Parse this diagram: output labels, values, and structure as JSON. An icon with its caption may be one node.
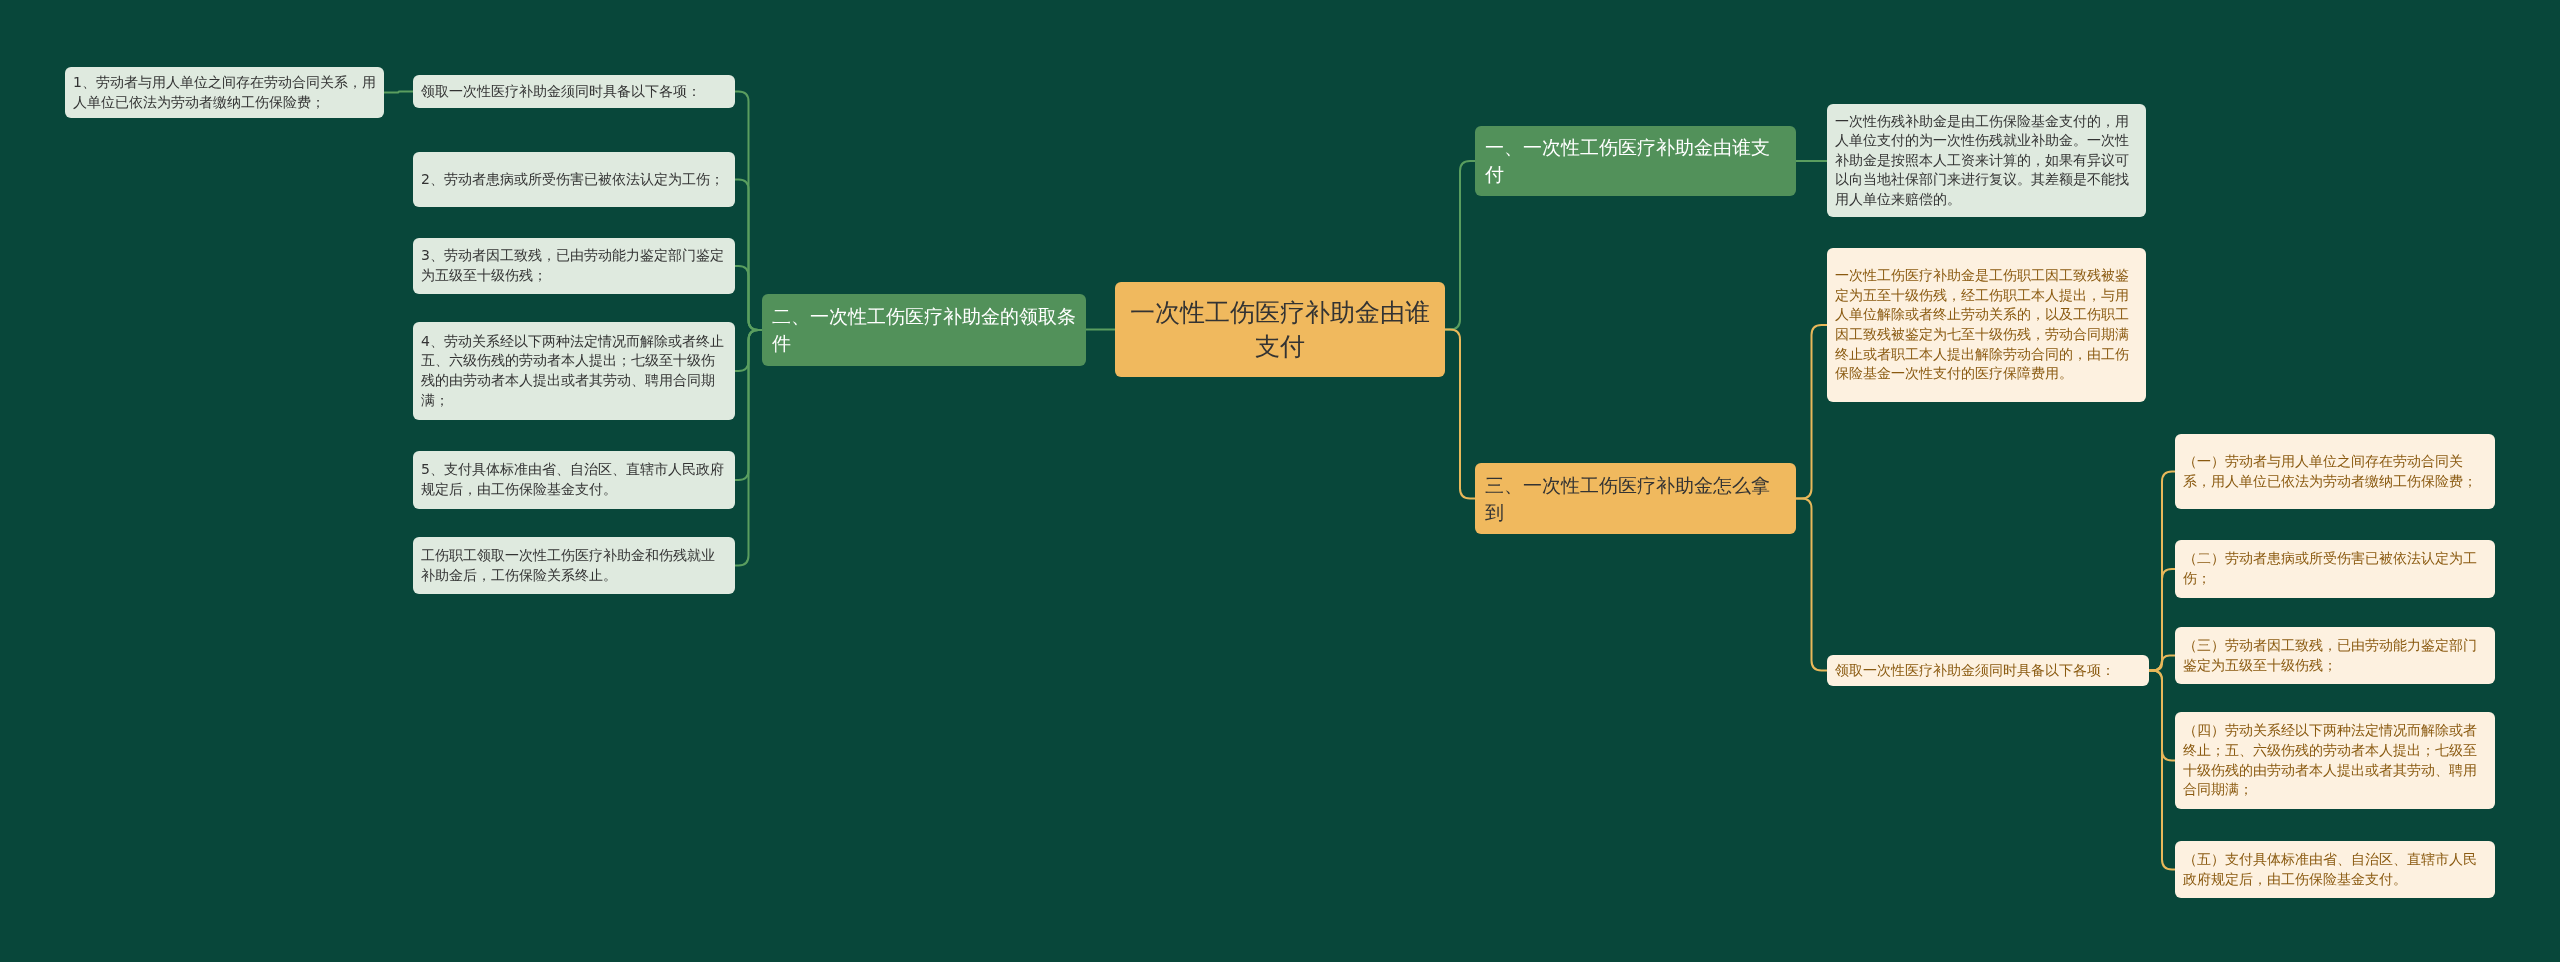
{
  "diagram": {
    "nodes": [
      {
        "text": [
          "一次性工伤医疗补助金由谁支付"
        ]
      },
      {
        "text": [
          "二、一次性工伤医疗补助金的领取条件"
        ]
      },
      {
        "text": [
          "领取一次性医疗补助金须同时具备以下各项："
        ]
      },
      {
        "text": [
          "1、劳动者与用人单位之间存在劳动合同关系，用人单位已依法为劳动者缴纳工伤保险费；"
        ]
      },
      {
        "text": [
          "2、劳动者患病或所受伤害已被依法认定为工伤；"
        ]
      },
      {
        "text": [
          "3、劳动者因工致残，已由劳动能力鉴定部门鉴定为五级至十级伤残；"
        ]
      },
      {
        "text": [
          "4、劳动关系经以下两种法定情况而解除或者终止五、六级伤残的劳动者本人提出；七级至十级伤残的由劳动者本人提出或者其劳动、聘用合同期满；"
        ]
      },
      {
        "text": [
          "5、支付具体标准由省、自治区、直辖市人民政府规定后，由工伤保险基金支付。"
        ]
      },
      {
        "text": [
          "工伤职工领取一次性工伤医疗补助金和伤残就业补助金后，工伤保险关系终止。"
        ]
      },
      {
        "text": [
          "一、一次性工伤医疗补助金由谁支付"
        ]
      },
      {
        "text": [
          "一次性伤残补助金是由工伤保险基金支付的，用人单位支付的为一次性伤残就业补助金。一次性补助金是按照本人工资来计算的，如果有异议可以向当地社保部门来进行复议。其差额是不能找用人单位来赔偿的。"
        ]
      },
      {
        "text": [
          "三、一次性工伤医疗补助金怎么拿到"
        ]
      },
      {
        "text": [
          "一次性工伤医疗补助金是工伤职工因工致残被鉴定为五至十级伤残，经工伤职工本人提出，与用人单位解除或者终止劳动关系的，以及工伤职工因工致残被鉴定为七至十级伤残，劳动合同期满终止或者职工本人提出解除劳动合同的，由工伤保险基金一次性支付的医疗保障费用。"
        ]
      },
      {
        "text": [
          "领取一次性医疗补助金须同时具备以下各项："
        ]
      },
      {
        "text": [
          "（一）劳动者与用人单位之间存在劳动合同关系，用人单位已依法为劳动者缴纳工伤保险费；"
        ]
      },
      {
        "text": [
          "（二）劳动者患病或所受伤害已被依法认定为工伤；"
        ]
      },
      {
        "text": [
          "（三）劳动者因工致残，已由劳动能力鉴定部门鉴定为五级至十级伤残；"
        ]
      },
      {
        "text": [
          "（四）劳动关系经以下两种法定情况而解除或者终止；五、六级伤残的劳动者本人提出；七级至十级伤残的由劳动者本人提出或者其劳动、聘用合同期满；"
        ]
      },
      {
        "text": [
          "（五）支付具体标准由省、自治区、直辖市人民政府规定后，由工伤保险基金支付。"
        ]
      }
    ],
    "edges": [
      {
        "from": 0,
        "to": 1,
        "arrow": "none"
      },
      {
        "from": 1,
        "to": 2,
        "arrow": "none"
      },
      {
        "from": 2,
        "to": 3,
        "arrow": "none"
      },
      {
        "from": 1,
        "to": 4,
        "arrow": "none"
      },
      {
        "from": 1,
        "to": 5,
        "arrow": "none"
      },
      {
        "from": 1,
        "to": 6,
        "arrow": "none"
      },
      {
        "from": 1,
        "to": 7,
        "arrow": "none"
      },
      {
        "from": 1,
        "to": 8,
        "arrow": "none"
      },
      {
        "from": 0,
        "to": 9,
        "arrow": "none"
      },
      {
        "from": 9,
        "to": 10,
        "arrow": "none"
      },
      {
        "from": 0,
        "to": 11,
        "arrow": "none",
        "color": "#e8b85a"
      },
      {
        "from": 11,
        "to": 12,
        "arrow": "none",
        "color": "#e8b85a"
      },
      {
        "from": 11,
        "to": 13,
        "arrow": "none",
        "color": "#e8b85a"
      },
      {
        "from": 13,
        "to": 14,
        "arrow": "none",
        "color": "#e8b85a"
      },
      {
        "from": 13,
        "to": 15,
        "arrow": "none",
        "color": "#e8b85a"
      },
      {
        "from": 13,
        "to": 16,
        "arrow": "none",
        "color": "#e8b85a"
      },
      {
        "from": 13,
        "to": 17,
        "arrow": "none",
        "color": "#e8b85a"
      },
      {
        "from": 13,
        "to": 18,
        "arrow": "none",
        "color": "#e8b85a"
      }
    ]
  }
}
